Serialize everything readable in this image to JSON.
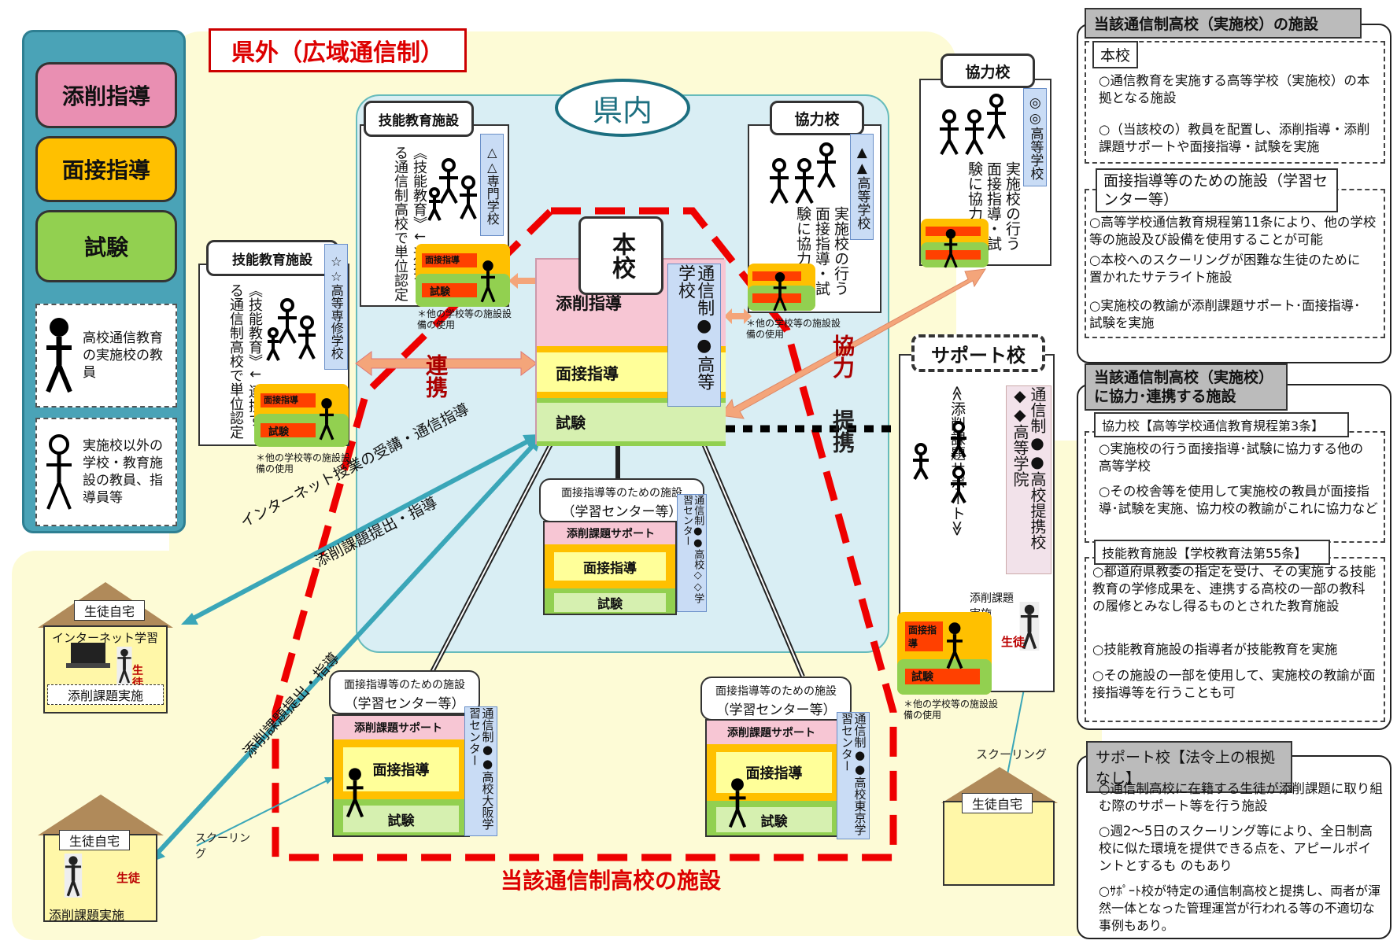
{
  "legend": {
    "tensaku": "添削指導",
    "mensetsu": "面接指導",
    "shiken": "試験",
    "note1": "高校通信教育の実施校の教員",
    "note2": "実施校以外の学校・教育施設の教員、指導員等"
  },
  "outside_title": "県外（広域通信制）",
  "inside_title": "県内",
  "honko": {
    "label": "本校",
    "tensaku": "添削指導",
    "mensetsu": "面接指導",
    "shiken": "試験",
    "school": "通信制●●高等学校"
  },
  "ginou1": {
    "title": "技能教育施設",
    "school": "△△専門学校",
    "text": "《技能教育》↓ 連携する通信制高校で単位認定",
    "mensetsu": "面接指導",
    "shiken": "試験",
    "note": "＊他の学校等の施設設備の使用"
  },
  "ginou2": {
    "title": "技能教育施設",
    "school": "☆☆高等専修学校",
    "text": "《技能教育》↓ 連携する通信制高校で単位認定",
    "mensetsu": "面接指導",
    "shiken": "試験",
    "note": "＊他の学校等の施設設備の使用"
  },
  "kyoryoku1": {
    "title": "協力校",
    "school": "▲▲高等学校",
    "text": "実施校の行う面接指導・試験に協力",
    "note": "＊他の学校等の施設設備の使用"
  },
  "kyoryoku2": {
    "title": "協力校",
    "school": "◎◎高等学校",
    "text": "実施校の行う面接指導・試験に協力"
  },
  "center_in": {
    "title1": "面接指導等のための施設",
    "title2": "（学習センター等）",
    "support": "添削課題サポート",
    "mensetsu": "面接指導",
    "shiken": "試験",
    "school": "通信制●●高校◇◇学習センター"
  },
  "center_osaka": {
    "title1": "面接指導等のための施設",
    "title2": "（学習センター等）",
    "support": "添削課題サポート",
    "mensetsu": "面接指導",
    "shiken": "試験",
    "school": "通信制●●高校大阪学習センター"
  },
  "center_tokyo": {
    "title1": "面接指導等のための施設",
    "title2": "（学習センター等）",
    "support": "添削課題サポート",
    "mensetsu": "面接指導",
    "shiken": "試験",
    "school": "通信制●●高校東京学習センター"
  },
  "support": {
    "title": "サポート校",
    "school": "通信制●●高校提携校◆◆高等学院",
    "text": "≪添削課題サポート≫",
    "task": "添削課題実施",
    "student": "生徒",
    "mensetsu": "面接指導",
    "shiken": "試験",
    "note": "＊他の学校等の施設設備の使用"
  },
  "labels": {
    "renkei": "連携",
    "kyoryoku": "協力",
    "teikei": "提携",
    "footer": "当該通信制高校の施設",
    "internet": "インターネット授業の受講・通信指導",
    "tensaku_teishutsu": "添削課題提出・指導",
    "tensaku_teishutsu2": "添削課題提出・指導",
    "schooling1": "スクーリング",
    "schooling2": "スクーリング"
  },
  "houses": {
    "h1_title": "生徒自宅",
    "h1_line": "インターネット学習",
    "h1_task": "添削課題実施",
    "h1_student": "生徒",
    "h2_title": "生徒自宅",
    "h2_task": "添削課題実施",
    "h2_student": "生徒",
    "h3_title": "生徒自宅"
  },
  "panel1": {
    "title": "当該通信制高校（実施校）の施設",
    "sub1": "本校",
    "b1": "○通信教育を実施する高等学校（実施校）の本拠となる施設",
    "b2": "○（当該校の）教員を配置し、添削指導・添削課題サポートや面接指導・試験を実施",
    "sub2": "面接指導等のための施設（学習センター等）",
    "b3": "○高等学校通信教育規程第11条により、他の学校等の施設及び設備を使用することが可能",
    "b4": "○本校へのスクーリングが困難な生徒のために置かれたサテライト施設",
    "b5": "○実施校の教諭が添削課題サポート･面接指導･試験を実施"
  },
  "panel2": {
    "title": "当該通信制高校（実施校）に協力･連携する施設",
    "sub1": "協力校【高等学校通信教育規程第3条】",
    "b1": "○実施校の行う面接指導･試験に協力する他の高等学校",
    "b2": "○その校舎等を使用して実施校の教員が面接指導･試験を実施、協力校の教諭がこれに協力など",
    "sub2": "技能教育施設【学校教育法第55条】",
    "b3": "○都道府県教委の指定を受け、その実施する技能教育の学修成果を、連携する高校の一部の教科の履修とみなし得るものとされた教育施設",
    "b4": "○技能教育施設の指導者が技能教育を実施",
    "b5": "○その施設の一部を使用して、実施校の教諭が面接指導等を行うことも可"
  },
  "panel3": {
    "title": "サポート校【法令上の根拠なし】",
    "b1": "○通信制高校に在籍する生徒が添削課題に取り組む際のサポート等を行う施設",
    "b2": "○週2～5日のスクーリング等により、全日制高校に似た環境を提供できる点を、アピールポイントとするも のもあり",
    "b3": "○ｻﾎﾟｰﾄ校が特定の通信制高校と提携し、両者が渾然一体となった管理運営が行われる等の不適切な事例もあり。"
  }
}
